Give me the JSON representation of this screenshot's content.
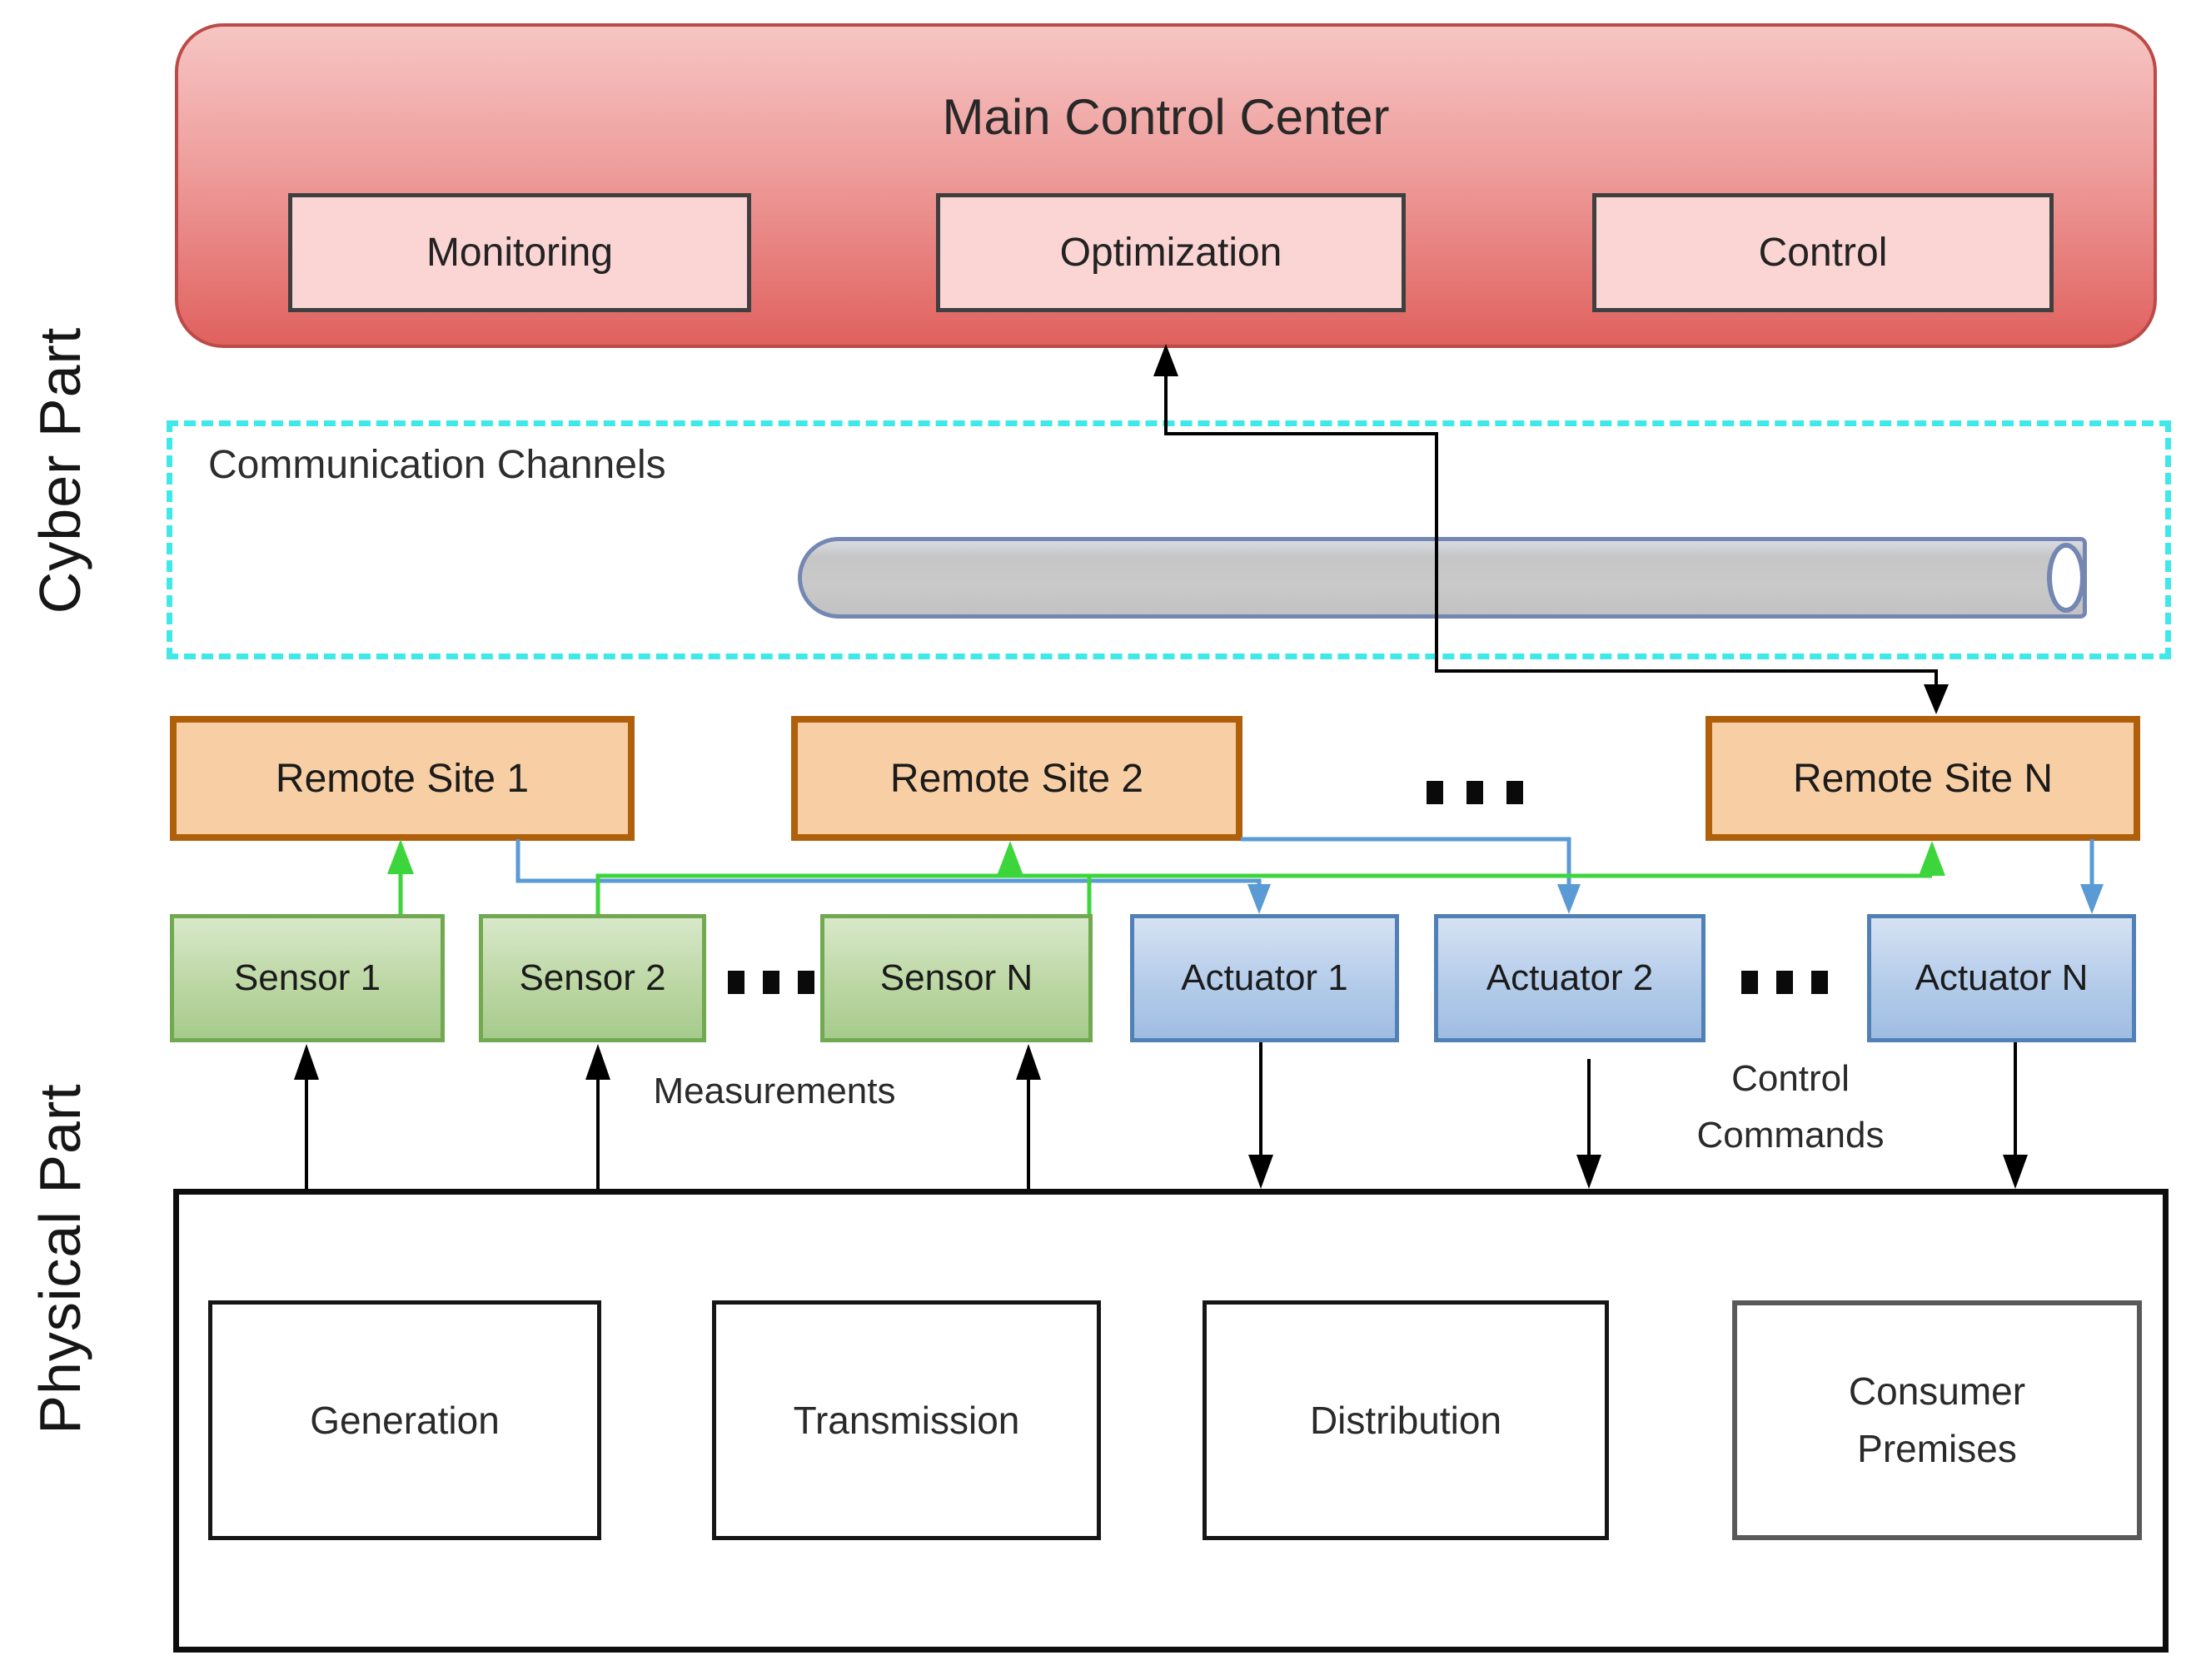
{
  "side_labels": {
    "cyber": "Cyber Part",
    "physical": "Physical Part"
  },
  "main_control_center": {
    "title": "Main Control Center",
    "modules": [
      {
        "label": "Monitoring"
      },
      {
        "label": "Optimization"
      },
      {
        "label": "Control"
      }
    ]
  },
  "communication": {
    "label": "Communication Channels"
  },
  "remote_sites": [
    {
      "label": "Remote Site 1"
    },
    {
      "label": "Remote Site 2"
    },
    {
      "label": "Remote Site N"
    }
  ],
  "sensors": [
    {
      "label": "Sensor 1"
    },
    {
      "label": "Sensor 2"
    },
    {
      "label": "Sensor N"
    }
  ],
  "actuators": [
    {
      "label": "Actuator 1"
    },
    {
      "label": "Actuator 2"
    },
    {
      "label": "Actuator N"
    }
  ],
  "flow_labels": {
    "measurements": "Measurements",
    "control_line1": "Control",
    "control_line2": "Commands"
  },
  "physical_subsystems": [
    {
      "label": "Generation"
    },
    {
      "label": "Transmission"
    },
    {
      "label": "Distribution"
    },
    {
      "label": "Consumer Premises"
    }
  ],
  "ellipsis": "...",
  "colors": {
    "mcc_fill_top": "#F6C5C3",
    "mcc_fill_bottom": "#E0615E",
    "mcc_border": "#BC4A47",
    "module_fill": "#FBD4D4",
    "module_border": "#3F3F3F",
    "comm_dash": "#40E9E9",
    "cylinder_fill": "#C9C9C9",
    "cylinder_border": "#7487B2",
    "remote_fill": "#F8CFA4",
    "remote_border": "#B05F0B",
    "sensor_fill": "#BCD7A4",
    "sensor_border": "#71A951",
    "actuator_fill": "#B4CCEA",
    "actuator_border": "#5080B5",
    "measurement_link": "#3CD63C",
    "control_link": "#5B9BD5",
    "arrow": "#000000"
  }
}
